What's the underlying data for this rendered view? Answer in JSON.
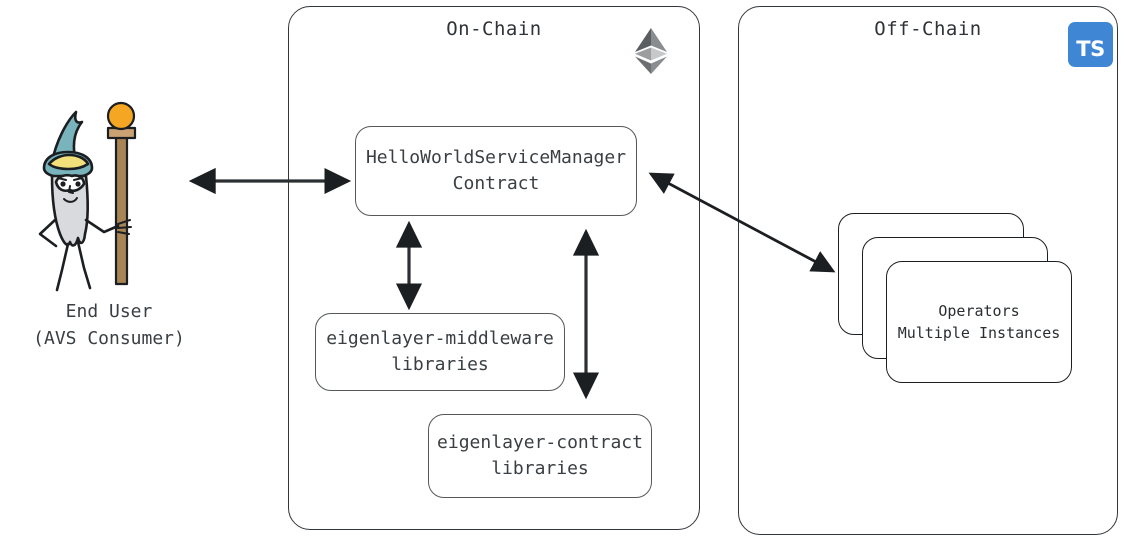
{
  "diagram": {
    "groups": [
      {
        "id": "on-chain",
        "title": "On-Chain",
        "badge": "ethereum-logo"
      },
      {
        "id": "off-chain",
        "title": "Off-Chain",
        "badge": "typescript-logo"
      }
    ],
    "nodes": {
      "service_manager": "HelloWorldServiceManager\nContract",
      "middleware_libraries": "eigenlayer-middleware\nlibraries",
      "contract_libraries": "eigenlayer-contract\nlibraries",
      "operators": "Operators\nMultiple Instances"
    },
    "actor": {
      "caption": "End User\n(AVS Consumer)",
      "icon": "wizard-figure"
    },
    "badges": {
      "typescript_label": "TS"
    },
    "colors": {
      "stroke": "#32373b",
      "node_stroke": "#55595c",
      "text": "#3a3f43",
      "typescript_blue": "#3f87d4",
      "wizard_hat": "#79b4bd",
      "wizard_hat_band": "#f2e07a",
      "wizard_body": "#d8dade",
      "staff": "#a98455",
      "orb": "#f5a623",
      "arrow": "#1c1f22"
    },
    "connections": [
      {
        "from": "end-user",
        "to": "service-manager",
        "style": "bidirectional"
      },
      {
        "from": "service-manager",
        "to": "middleware-libraries",
        "style": "bidirectional"
      },
      {
        "from": "service-manager",
        "to": "contract-libraries",
        "style": "bidirectional"
      },
      {
        "from": "service-manager",
        "to": "operators",
        "style": "bidirectional"
      }
    ]
  }
}
